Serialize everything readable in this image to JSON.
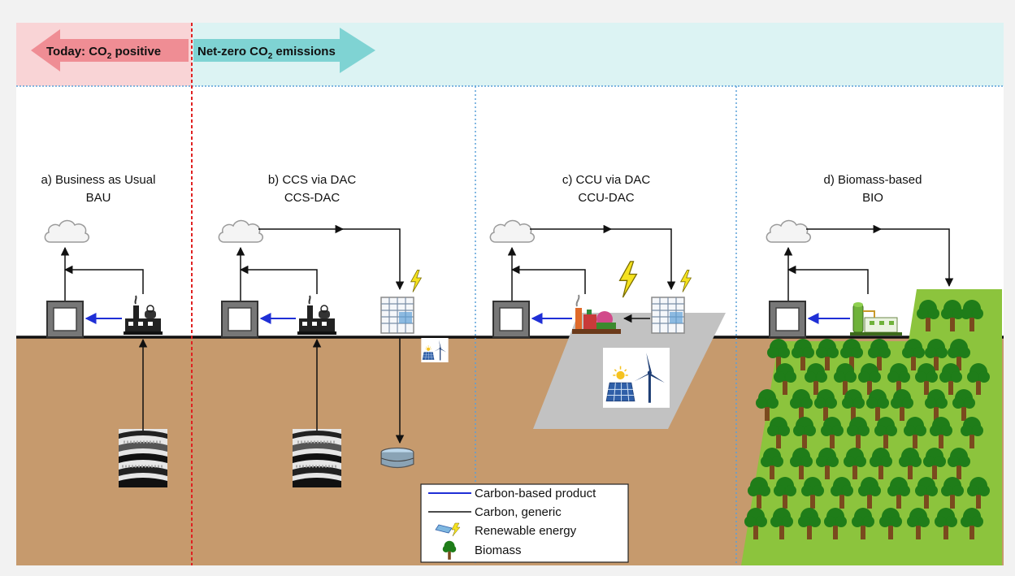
{
  "banner": {
    "today_label": "Today: CO",
    "today_sub": "2",
    "today_suffix": " positive",
    "netzero_label": "Net-zero CO",
    "netzero_sub": "2",
    "netzero_suffix": " emissions"
  },
  "panels": [
    {
      "title_line1": "a) Business as Usual",
      "title_line2": "BAU"
    },
    {
      "title_line1": "b) CCS via DAC",
      "title_line2": "CCS-DAC"
    },
    {
      "title_line1": "c) CCU via DAC",
      "title_line2": "CCU-DAC"
    },
    {
      "title_line1": "d) Biomass-based",
      "title_line2": "BIO"
    }
  ],
  "legend": [
    {
      "label": "Carbon-based product",
      "symbol": "blue-line"
    },
    {
      "label": "Carbon, generic",
      "symbol": "black-line"
    },
    {
      "label": "Renewable energy",
      "symbol": "renewable-energy-icon"
    },
    {
      "label": "Biomass",
      "symbol": "tree-icon"
    }
  ],
  "colors": {
    "ground": "#c69a6d",
    "today_bg": "#f9d4d6",
    "netzero_bg": "#dcf3f3",
    "today_arrow": "#ef8d94",
    "netzero_arrow": "#7fd3d3",
    "product_line": "#1f2fd6",
    "grass": "#8cc43d",
    "tree": "#2a8a1d",
    "platform": "#c2c2c2"
  }
}
